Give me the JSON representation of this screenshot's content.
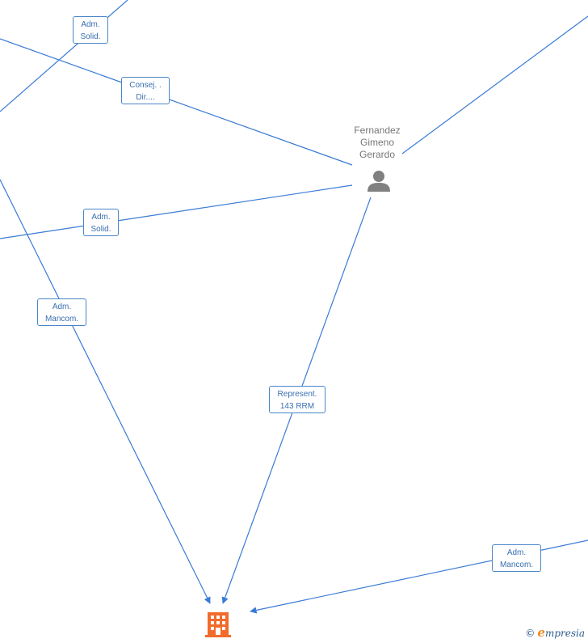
{
  "nodes": {
    "person": {
      "name_lines": [
        "Fernandez",
        "Gimeno",
        "Gerardo"
      ],
      "icon": "person-icon",
      "color": "#808080"
    },
    "company": {
      "icon": "building-icon",
      "color": "#f26b2b"
    }
  },
  "edges": [
    {
      "id": "e1",
      "label_lines": [
        "Adm.",
        "Solid."
      ]
    },
    {
      "id": "e2",
      "label_lines": [
        "Consej. .",
        "Dir...."
      ]
    },
    {
      "id": "e3",
      "label_lines": [
        "Adm.",
        "Solid."
      ]
    },
    {
      "id": "e4",
      "label_lines": [
        "Adm.",
        "Mancom."
      ]
    },
    {
      "id": "e5",
      "label_lines": [
        "Represent.",
        "143 RRM"
      ]
    },
    {
      "id": "e6",
      "label_lines": [
        "Adm.",
        "Mancom."
      ]
    }
  ],
  "colors": {
    "edge": "#3a7bd5",
    "label_border": "#4a86c8",
    "label_text": "#3a6fb0"
  },
  "brand": {
    "copyright_symbol": "©",
    "first_letter": "e",
    "rest": "mpresia"
  }
}
